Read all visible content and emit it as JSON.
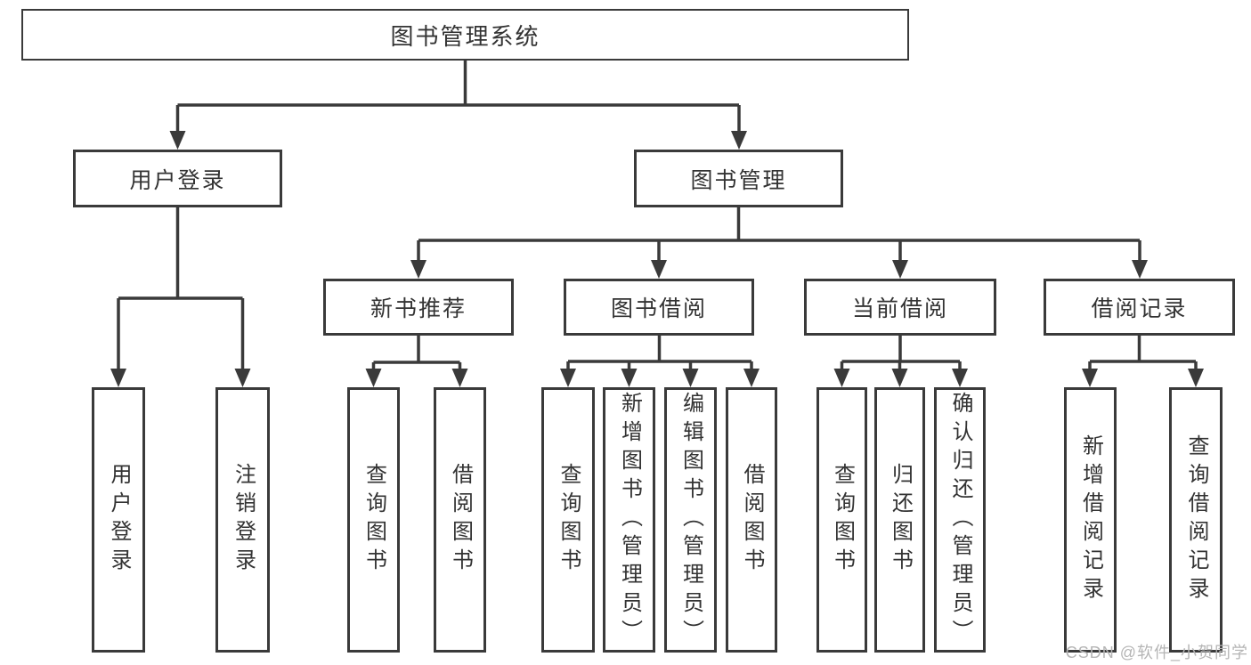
{
  "diagram_title": "图书管理系统",
  "tree": {
    "root_label": "图书管理系统",
    "level1": [
      "用户登录",
      "图书管理"
    ],
    "level2": [
      "新书推荐",
      "图书借阅",
      "当前借阅",
      "借阅记录"
    ],
    "leaf_groups": [
      {
        "parent": "用户登录",
        "items": [
          "用户登录",
          "注销登录"
        ]
      },
      {
        "parent": "新书推荐",
        "items": [
          "查询图书",
          "借阅图书"
        ]
      },
      {
        "parent": "图书借阅",
        "items": [
          "查询图书",
          "新增图书（管理员）",
          "编辑图书（管理员）",
          "借阅图书"
        ]
      },
      {
        "parent": "当前借阅",
        "items": [
          "查询图书",
          "归还图书",
          "确认归还（管理员）"
        ]
      },
      {
        "parent": "借阅记录",
        "items": [
          "新增借阅记录",
          "查询借阅记录"
        ]
      }
    ]
  },
  "watermark": "CSDN @软件_小贺同学",
  "colors": {
    "line": "#3a3a3a",
    "box_fill": "#ffffff",
    "text": "#333333",
    "watermark": "#b5b5b5"
  }
}
